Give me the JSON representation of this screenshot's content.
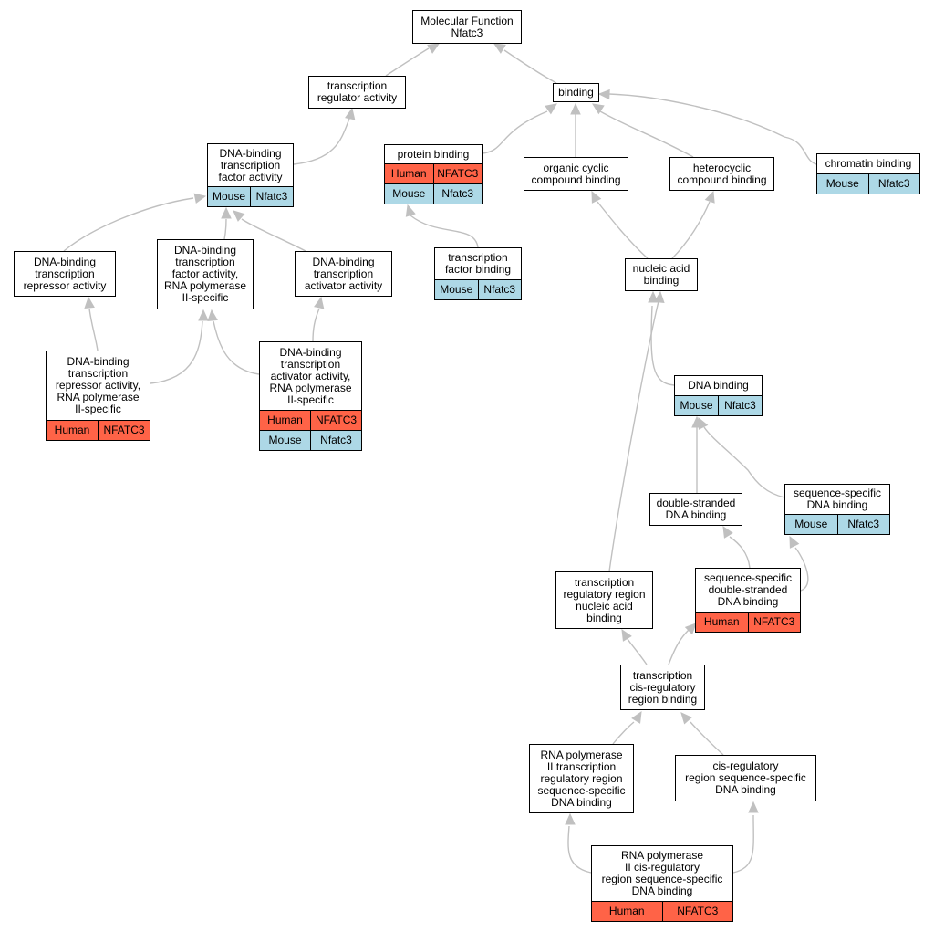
{
  "colors": {
    "edge": "#c0c0c0",
    "human": "#ff6347",
    "mouse": "#add8e6"
  },
  "nodes": [
    {
      "id": "mf",
      "label": "Molecular Function\nNfatc3",
      "rows": []
    },
    {
      "id": "tra",
      "label": "transcription\nregulator activity",
      "rows": []
    },
    {
      "id": "binding",
      "label": "binding",
      "rows": []
    },
    {
      "id": "dbtfa",
      "label": "DNA-binding\ntranscription\nfactor activity",
      "rows": [
        {
          "species": "Mouse",
          "gene": "Nfatc3",
          "kind": "mouse"
        }
      ]
    },
    {
      "id": "pb",
      "label": "protein binding",
      "rows": [
        {
          "species": "Human",
          "gene": "NFATC3",
          "kind": "human"
        },
        {
          "species": "Mouse",
          "gene": "Nfatc3",
          "kind": "mouse"
        }
      ]
    },
    {
      "id": "ocb",
      "label": "organic cyclic\ncompound binding",
      "rows": []
    },
    {
      "id": "hcb",
      "label": "heterocyclic\ncompound binding",
      "rows": []
    },
    {
      "id": "chb",
      "label": "chromatin binding",
      "rows": [
        {
          "species": "Mouse",
          "gene": "Nfatc3",
          "kind": "mouse"
        }
      ]
    },
    {
      "id": "dbtra",
      "label": "DNA-binding\ntranscription\nrepressor activity",
      "rows": []
    },
    {
      "id": "dbtfa2",
      "label": "DNA-binding\ntranscription\nfactor activity,\nRNA polymerase\nII-specific",
      "rows": []
    },
    {
      "id": "dbtaa",
      "label": "DNA-binding\ntranscription\nactivator activity",
      "rows": []
    },
    {
      "id": "tfb",
      "label": "transcription\nfactor binding",
      "rows": [
        {
          "species": "Mouse",
          "gene": "Nfatc3",
          "kind": "mouse"
        }
      ]
    },
    {
      "id": "nab",
      "label": "nucleic acid\nbinding",
      "rows": []
    },
    {
      "id": "dbtra2",
      "label": "DNA-binding\ntranscription\nrepressor activity,\nRNA polymerase\nII-specific",
      "rows": [
        {
          "species": "Human",
          "gene": "NFATC3",
          "kind": "human"
        }
      ]
    },
    {
      "id": "dbtaa2",
      "label": "DNA-binding\ntranscription\nactivator activity,\nRNA polymerase\nII-specific",
      "rows": [
        {
          "species": "Human",
          "gene": "NFATC3",
          "kind": "human"
        },
        {
          "species": "Mouse",
          "gene": "Nfatc3",
          "kind": "mouse"
        }
      ]
    },
    {
      "id": "dnab",
      "label": "DNA binding",
      "rows": [
        {
          "species": "Mouse",
          "gene": "Nfatc3",
          "kind": "mouse"
        }
      ]
    },
    {
      "id": "dsdb",
      "label": "double-stranded\nDNA binding",
      "rows": []
    },
    {
      "id": "ssdb",
      "label": "sequence-specific\nDNA binding",
      "rows": [
        {
          "species": "Mouse",
          "gene": "Nfatc3",
          "kind": "mouse"
        }
      ]
    },
    {
      "id": "trrnab",
      "label": "transcription\nregulatory region\nnucleic acid\nbinding",
      "rows": []
    },
    {
      "id": "ssdsdb",
      "label": "sequence-specific\ndouble-stranded\nDNA binding",
      "rows": [
        {
          "species": "Human",
          "gene": "NFATC3",
          "kind": "human"
        }
      ]
    },
    {
      "id": "tcrrb",
      "label": "transcription\ncis-regulatory\nregion binding",
      "rows": []
    },
    {
      "id": "rnap2trr",
      "label": "RNA polymerase\nII transcription\nregulatory region\nsequence-specific\nDNA binding",
      "rows": []
    },
    {
      "id": "crssdb",
      "label": "cis-regulatory\nregion sequence-specific\nDNA binding",
      "rows": []
    },
    {
      "id": "rnap2cr",
      "label": "RNA polymerase\nII cis-regulatory\nregion sequence-specific\nDNA binding",
      "rows": [
        {
          "species": "Human",
          "gene": "NFATC3",
          "kind": "human"
        }
      ]
    }
  ]
}
